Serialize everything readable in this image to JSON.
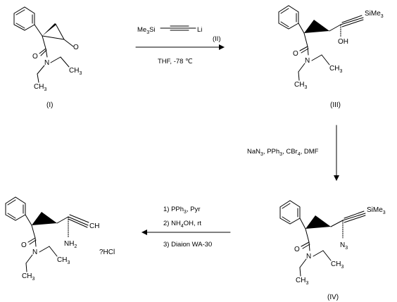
{
  "scheme": {
    "compound_labels": {
      "c1": "(I)",
      "c3": "(III)",
      "c4": "(IV)"
    },
    "reagent_label": "(II)",
    "reagent_formula": {
      "me": "Me",
      "three": "3",
      "si": "Si",
      "li": "Li"
    },
    "atom_labels": {
      "O": "O",
      "N": "N",
      "OH": "OH",
      "N3_N": "N",
      "N3_sub": "3",
      "SiMe": "SiMe",
      "SiMe_sub": "3",
      "NH": "NH",
      "NH_sub": "2",
      "CH": "CH",
      "C": "C",
      "H": "H"
    },
    "step1": {
      "condition": "THF, -78 ℃"
    },
    "step2": {
      "parts": [
        "NaN",
        "3",
        ", PPh",
        "3",
        ", CBr",
        "4",
        ", DMF"
      ]
    },
    "step3": {
      "line1": [
        "1) PPh",
        "3",
        ", Pyr"
      ],
      "line2": [
        "2) NH",
        "4",
        "OH, rt"
      ],
      "line3": "3) Diaion WA-30"
    },
    "product_salt": "?HCl"
  }
}
